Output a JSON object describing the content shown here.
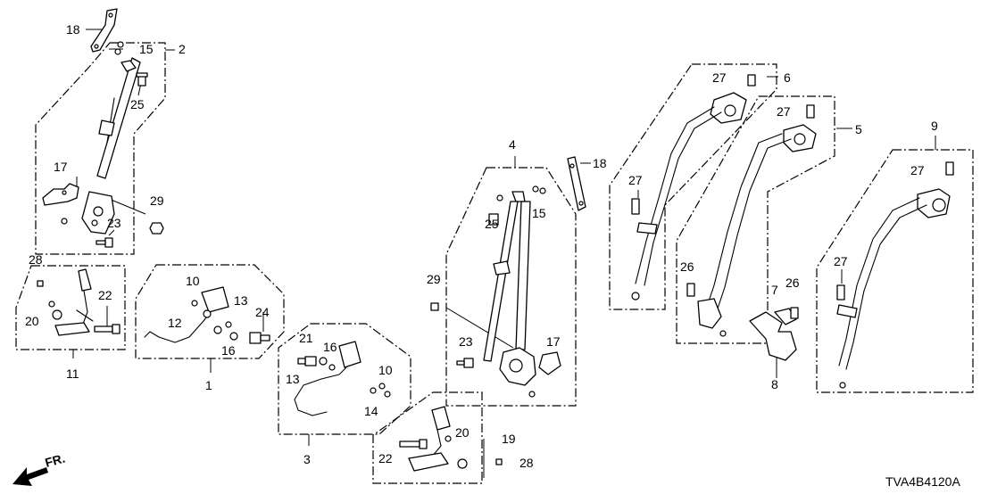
{
  "diagram_code": "TVA4B4120A",
  "direction_label": "FR.",
  "callouts": {
    "c1": "1",
    "c2": "2",
    "c3": "3",
    "c4": "4",
    "c5": "5",
    "c6": "6",
    "c7": "7",
    "c8": "8",
    "c9": "9",
    "c10a": "10",
    "c10b": "10",
    "c11": "11",
    "c12": "12",
    "c13a": "13",
    "c13b": "13",
    "c14": "14",
    "c15a": "15",
    "c15b": "15",
    "c16a": "16",
    "c16b": "16",
    "c17a": "17",
    "c17b": "17",
    "c18a": "18",
    "c18b": "18",
    "c19": "19",
    "c20a": "20",
    "c20b": "20",
    "c21": "21",
    "c22a": "22",
    "c22b": "22",
    "c23a": "23",
    "c23b": "23",
    "c24": "24",
    "c25a": "25",
    "c25b": "25",
    "c26a": "26",
    "c26b": "26",
    "c27a": "27",
    "c27b": "27",
    "c27c": "27",
    "c27d": "27",
    "c28a": "28",
    "c28b": "28",
    "c29a": "29",
    "c29b": "29"
  }
}
